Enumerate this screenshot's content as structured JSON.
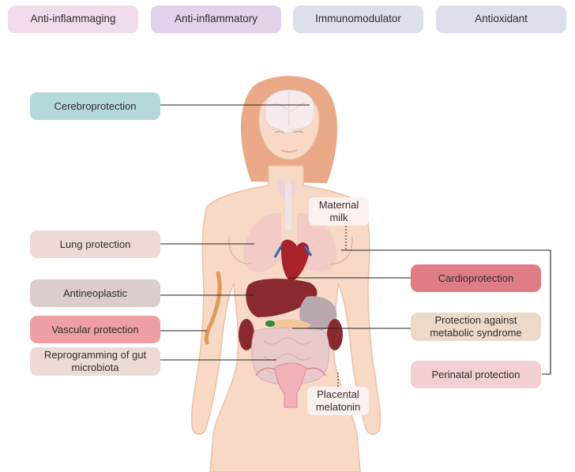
{
  "colors": {
    "skin": "#f7d9c6",
    "skin_shadow": "#eebfa5",
    "hair": "#e9a987",
    "top_pink": "#f0dcea",
    "top_violet": "#e1d2ea",
    "top_gray": "#dde0ea",
    "cerebro": "#b5d8dd",
    "beige": "#eddad6",
    "mauve": "#dccccc",
    "vascular": "#ee9fa3",
    "cardio": "#e07d84",
    "metabolic": "#ecd9c7",
    "perinatal": "#f3cfd3",
    "line": "#222222"
  },
  "top_properties": [
    {
      "label": "Anti-inflammaging"
    },
    {
      "label": "Anti-inflammatory"
    },
    {
      "label": "Immunomodulator"
    },
    {
      "label": "Antioxidant"
    }
  ],
  "left_effects": {
    "cerebroprotection": "Cerebroprotection",
    "lung": "Lung protection",
    "antineoplastic": "Antineoplastic",
    "vascular": "Vascular protection",
    "gut": "Reprogramming of gut microbiota"
  },
  "right_effects": {
    "cardio": "Cardioprotection",
    "metabolic": "Protection against metabolic syndrome",
    "perinatal": "Perinatal protection"
  },
  "sources": {
    "milk": "Maternal milk",
    "placenta": "Placental melatonin"
  }
}
